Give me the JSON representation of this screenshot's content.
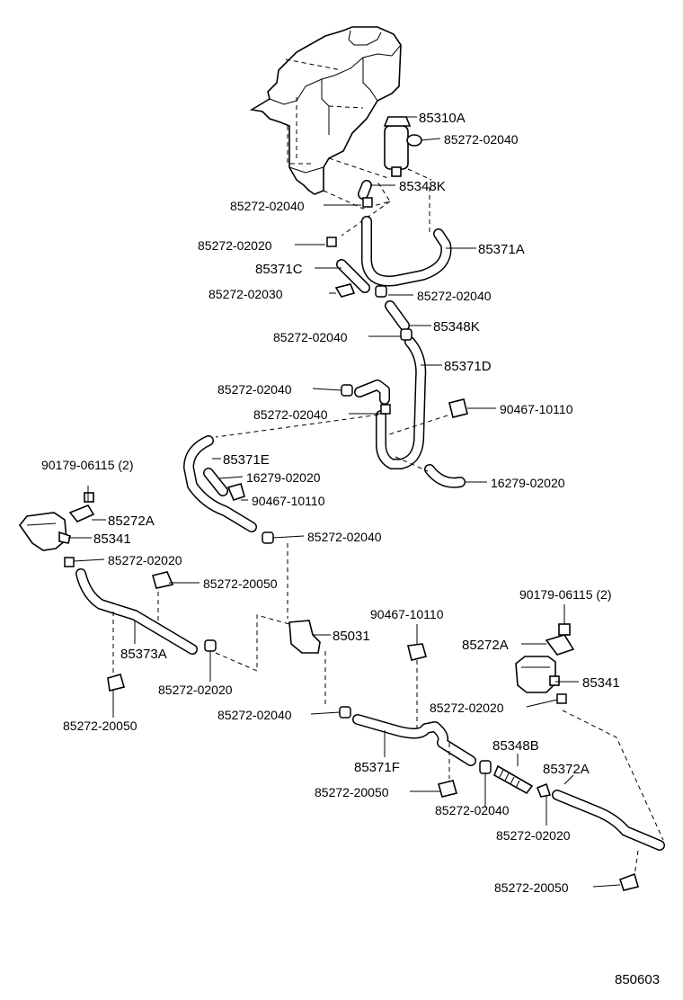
{
  "diagram": {
    "labels": {
      "p85310A": "85310A",
      "p85272_02040_a": "85272-02040",
      "p85348K_a": "85348K",
      "p85272_02040_b": "85272-02040",
      "p85272_02020_a": "85272-02020",
      "p85371A": "85371A",
      "p85371C": "85371C",
      "p85272_02030": "85272-02030",
      "p85272_02040_c": "85272-02040",
      "p85348K_b": "85348K",
      "p85272_02040_d": "85272-02040",
      "p85371D": "85371D",
      "p85272_02040_e": "85272-02040",
      "p85272_02040_f": "85272-02040",
      "p90467_10110_a": "90467-10110",
      "p85371E": "85371E",
      "p16279_02020_a": "16279-02020",
      "p90467_10110_b": "90467-10110",
      "p16279_02020_b": "16279-02020",
      "p90179_06115_a": "90179-06115 (2)",
      "p85272A_a": "85272A",
      "p85341_a": "85341",
      "p85272_02040_g": "85272-02040",
      "p85272_02020_b": "85272-02020",
      "p85272_20050_a": "85272-20050",
      "p85373A": "85373A",
      "p85272_02020_c": "85272-02020",
      "p85272_20050_b": "85272-20050",
      "p85031": "85031",
      "p90467_10110_c": "90467-10110",
      "p90179_06115_b": "90179-06115 (2)",
      "p85272A_b": "85272A",
      "p85341_b": "85341",
      "p85272_02020_d": "85272-02020",
      "p85272_02040_h": "85272-02040",
      "p85348B": "85348B",
      "p85371F": "85371F",
      "p85372A": "85372A",
      "p85272_20050_c": "85272-20050",
      "p85272_02040_i": "85272-02040",
      "p85272_02020_e": "85272-02020",
      "p85272_20050_d": "85272-20050",
      "ref": "850603"
    }
  }
}
